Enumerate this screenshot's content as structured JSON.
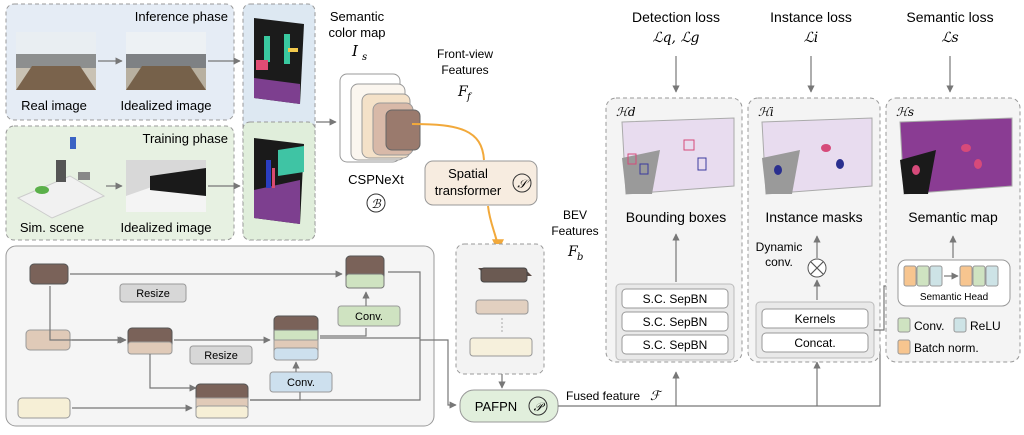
{
  "input": {
    "inference_phase": "Inference phase",
    "training_phase": "Training phase",
    "real_image": "Real image",
    "idealized_image_top": "Idealized image",
    "sim_scene": "Sim. scene",
    "idealized_image_bottom": "Idealized image"
  },
  "semantic_color_map": {
    "line1": "Semantic",
    "line2": "color map",
    "symbol": "I",
    "sub": "s"
  },
  "backbone": {
    "name": "CSPNeXt",
    "symbol": "ℬ"
  },
  "front_view": {
    "line1": "Front-view",
    "line2": "Features",
    "symbol": "F",
    "sub": "f"
  },
  "spatial_transformer": {
    "line1": "Spatial",
    "line2": "transformer",
    "symbol": "𝒮"
  },
  "bev_features": {
    "line1": "BEV",
    "line2": "Features",
    "symbol": "F",
    "sub": "b"
  },
  "fpn": {
    "resize_top": "Resize",
    "resize_mid": "Resize",
    "conv_top": "Conv.",
    "conv_bottom": "Conv."
  },
  "pafpn": {
    "label": "PAFPN",
    "symbol": "𝒫"
  },
  "fused_feature": {
    "label": "Fused feature",
    "symbol": "ℱ"
  },
  "losses": {
    "detection": {
      "label": "Detection loss",
      "math": "ℒq, ℒg"
    },
    "instance": {
      "label": "Instance loss",
      "math": "ℒi"
    },
    "semantic": {
      "label": "Semantic loss",
      "math": "ℒs"
    }
  },
  "heads": {
    "detection": {
      "symbol": "ℋd",
      "title": "Bounding boxes",
      "layers": [
        "S.C. SepBN",
        "S.C. SepBN",
        "S.C. SepBN"
      ]
    },
    "instance": {
      "symbol": "ℋi",
      "title": "Instance masks",
      "dynamic_line1": "Dynamic",
      "dynamic_line2": "conv.",
      "kernels": "Kernels",
      "concat": "Concat."
    },
    "semantic": {
      "symbol": "ℋs",
      "title": "Semantic map",
      "head_label": "Semantic Head"
    }
  },
  "legend": {
    "conv": "Conv.",
    "relu": "ReLU",
    "batch_norm": "Batch norm."
  },
  "colors": {
    "conv_green": "#cfe3c1",
    "relu_blue": "#cde3e6",
    "batch_orange": "#f7c58f",
    "inference_bg": "#e5ecf5",
    "training_bg": "#e7f1e2",
    "bev_purple": "#e8dcef",
    "semantic_purple": "#8a3c93",
    "arrow_orange": "#f2a93b"
  }
}
